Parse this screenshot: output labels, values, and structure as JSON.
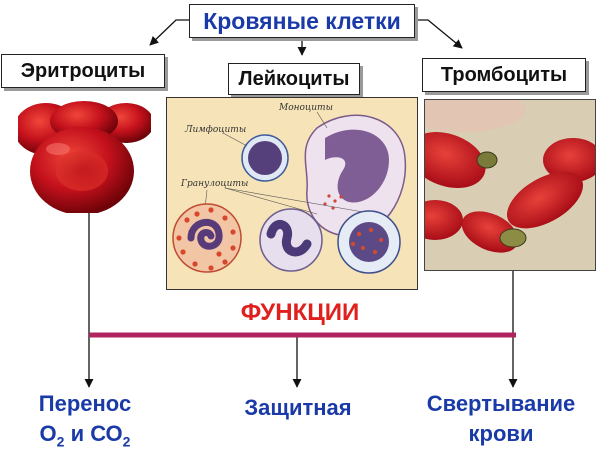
{
  "title": "Кровяные клетки",
  "categories": {
    "erythrocytes": "Эритроциты",
    "leukocytes": "Лейкоциты",
    "thrombocytes": "Тромбоциты"
  },
  "leukocyte_image_labels": {
    "monocytes": "Моноциты",
    "lymphocytes": "Лимфоциты",
    "granulocytes": "Гранулоциты"
  },
  "functions_title": "ФУНКЦИИ",
  "functions": {
    "transport_line1": "Перенос",
    "transport_o2": "О",
    "transport_o2_sub": "2",
    "transport_and": " и СО",
    "transport_co2_sub": "2",
    "protective": "Защитная",
    "clotting_line1": "Свертывание",
    "clotting_line2": "крови"
  },
  "colors": {
    "title_blue": "#1a3aa8",
    "functions_red": "#e0201c",
    "bar_magenta": "#b0245f"
  }
}
